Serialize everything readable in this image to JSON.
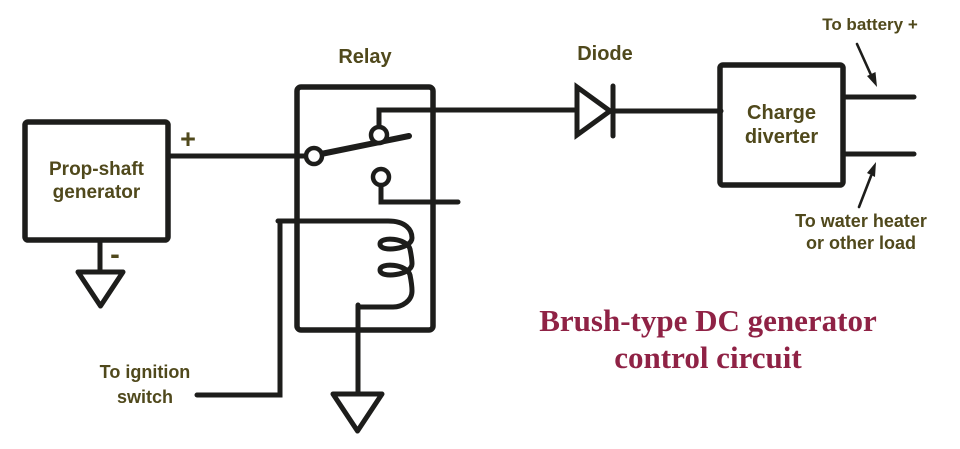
{
  "colors": {
    "bg": "#ffffff",
    "line": "#1d1d1b",
    "label": "#50491c",
    "title": "#8f2245"
  },
  "diagram": {
    "title": "Brush-type DC generator\ncontrol circuit",
    "components": {
      "generator": "Prop-shaft\ngenerator",
      "relay": "Relay",
      "diode": "Diode",
      "charge_diverter": "Charge\ndiverter"
    },
    "terminals": {
      "plus": "+",
      "minus": "-"
    },
    "connections": {
      "battery": "To battery +",
      "water_heater": "To water heater\nor other load",
      "ignition": "To ignition\nswitch"
    }
  }
}
